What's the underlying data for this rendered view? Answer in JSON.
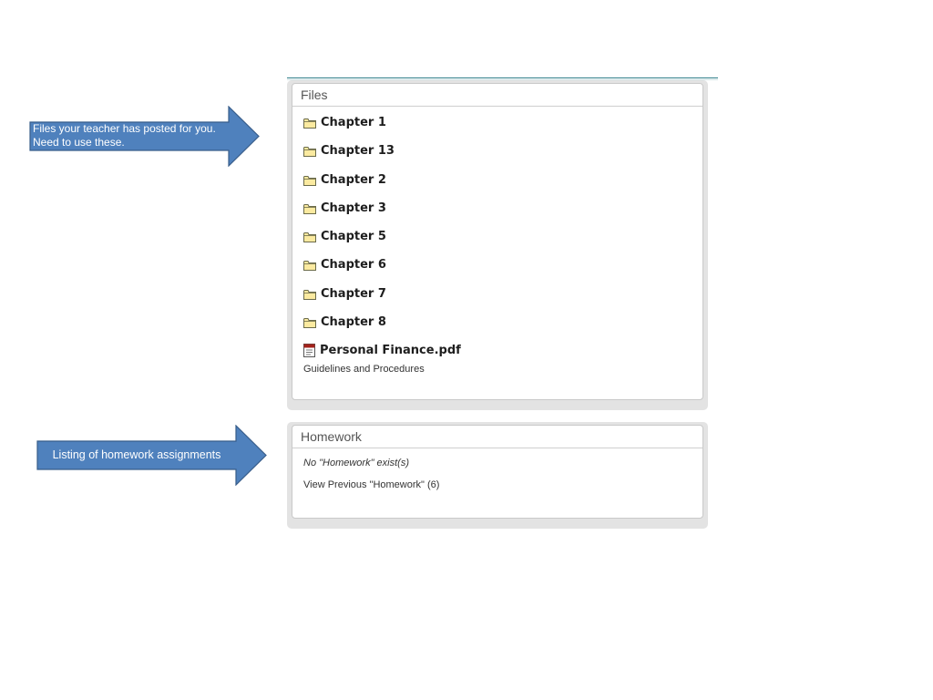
{
  "callouts": {
    "files_line1": "Files your teacher has posted  for you.",
    "files_line2": "Need to use these.",
    "homework": "Listing of homework assignments",
    "arrow_color": "#4f81bd",
    "arrow_border": "#385d8a"
  },
  "files_panel": {
    "title": "Files",
    "folders": [
      {
        "name": "Chapter 1",
        "icon": "folder-icon"
      },
      {
        "name": "Chapter 13",
        "icon": "folder-icon"
      },
      {
        "name": "Chapter 2",
        "icon": "folder-icon"
      },
      {
        "name": "Chapter 3",
        "icon": "folder-icon"
      },
      {
        "name": "Chapter 5",
        "icon": "folder-icon"
      },
      {
        "name": "Chapter 6",
        "icon": "folder-icon"
      },
      {
        "name": "Chapter 7",
        "icon": "folder-icon"
      },
      {
        "name": "Chapter 8",
        "icon": "folder-icon"
      }
    ],
    "pdf": {
      "name": "Personal Finance.pdf",
      "description": "Guidelines and Procedures",
      "icon": "pdf-icon"
    }
  },
  "homework_panel": {
    "title": "Homework",
    "empty_message": "No \"Homework\" exist(s)",
    "view_previous": "View Previous \"Homework\" (6)"
  }
}
